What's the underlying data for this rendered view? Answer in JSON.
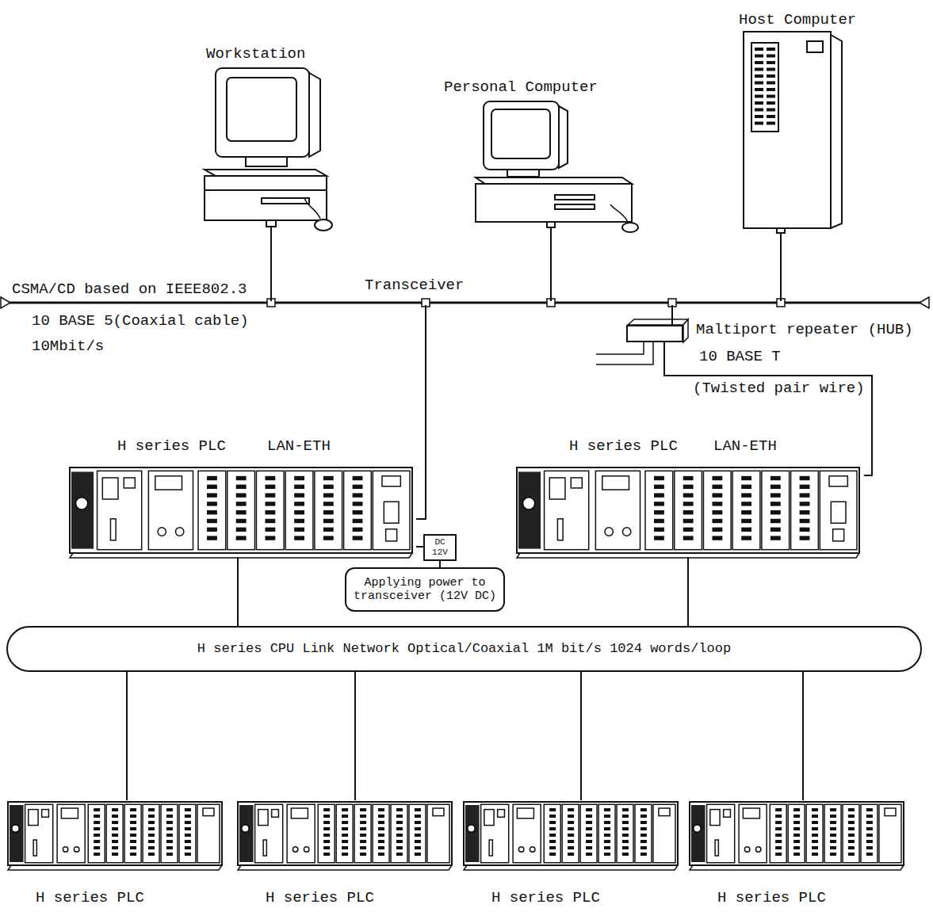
{
  "diagram": {
    "nodes": [
      {
        "text": [
          "Workstation"
        ]
      },
      {
        "text": [
          "Personal Computer"
        ]
      },
      {
        "text": [
          "Host Computer"
        ]
      },
      {
        "text": [
          "CSMA/CD based on IEEE802.3",
          "10 BASE 5(Coaxial cable)",
          "10Mbit/s"
        ]
      },
      {
        "text": [
          "Maltiport repeater (HUB)"
        ]
      },
      {
        "text": [
          "H series PLC",
          "LAN-ETH"
        ]
      },
      {
        "text": [
          "DC 12V"
        ]
      },
      {
        "text": [
          "Applying power to transceiver (12V DC)"
        ]
      },
      {
        "text": [
          "H series PLC",
          "LAN-ETH"
        ]
      },
      {
        "text": [
          "H series CPU Link Network Optical/Coaxial 1M bit/s 1024 words/loop"
        ]
      },
      {
        "text": [
          "H series PLC"
        ]
      },
      {
        "text": [
          "H series PLC"
        ]
      },
      {
        "text": [
          "H series PLC"
        ]
      },
      {
        "text": [
          "H series PLC"
        ]
      }
    ],
    "edges": [
      {
        "from": 3,
        "to": 0,
        "arrow": "none"
      },
      {
        "from": 3,
        "to": 1,
        "arrow": "none"
      },
      {
        "from": 3,
        "to": 2,
        "arrow": "none"
      },
      {
        "from": 3,
        "to": 4,
        "arrow": "none"
      },
      {
        "from": 3,
        "to": 5,
        "arrow": "none"
      },
      {
        "from": 4,
        "to": 8,
        "label": "10 BASE T",
        "arrow": "none"
      },
      {
        "from": 6,
        "to": 5,
        "arrow": "none"
      },
      {
        "from": 7,
        "to": 6,
        "arrow": "none"
      },
      {
        "from": 5,
        "to": 9,
        "arrow": "none"
      },
      {
        "from": 8,
        "to": 9,
        "arrow": "none"
      },
      {
        "from": 9,
        "to": 10,
        "arrow": "none"
      },
      {
        "from": 9,
        "to": 11,
        "arrow": "none"
      },
      {
        "from": 9,
        "to": 12,
        "arrow": "none"
      },
      {
        "from": 9,
        "to": 13,
        "arrow": "none"
      }
    ],
    "labels": [
      "Transceiver",
      "(Twisted pair wire)"
    ]
  }
}
